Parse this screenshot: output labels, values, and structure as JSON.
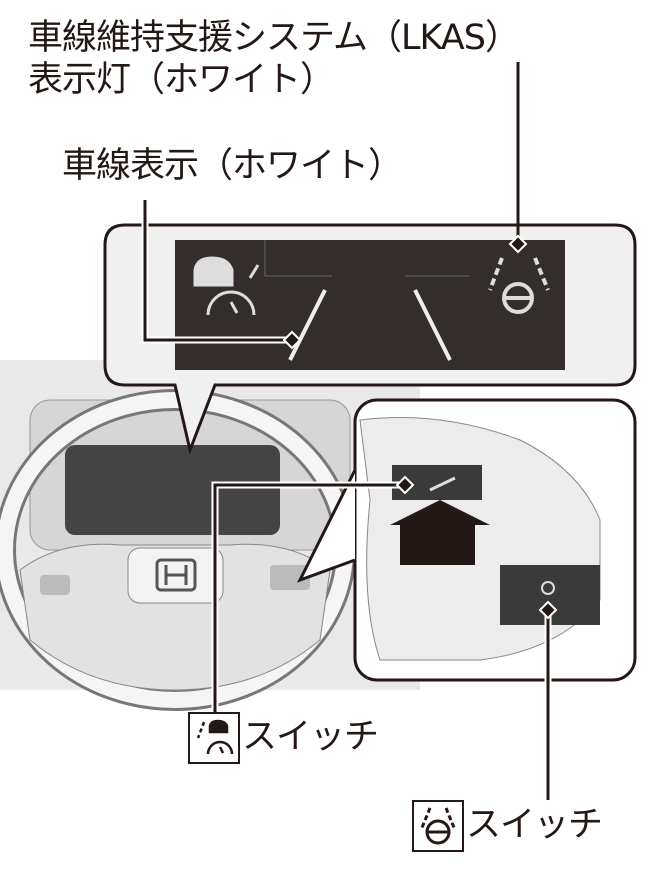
{
  "labels": {
    "lkas_indicator_line1": "車線維持支援システム（LKAS）",
    "lkas_indicator_line2": "表示灯（ホワイト）",
    "lane_display": "車線表示（ホワイト）",
    "acc_switch": "スイッチ",
    "lkas_switch": "スイッチ"
  },
  "icons": {
    "acc": "adaptive-cruise-icon",
    "lkas": "lane-keep-icon",
    "emblem": "honda-emblem"
  },
  "colors": {
    "display_bg": "#332d2b",
    "line": "#231815",
    "interior": "#e6e6e6"
  }
}
